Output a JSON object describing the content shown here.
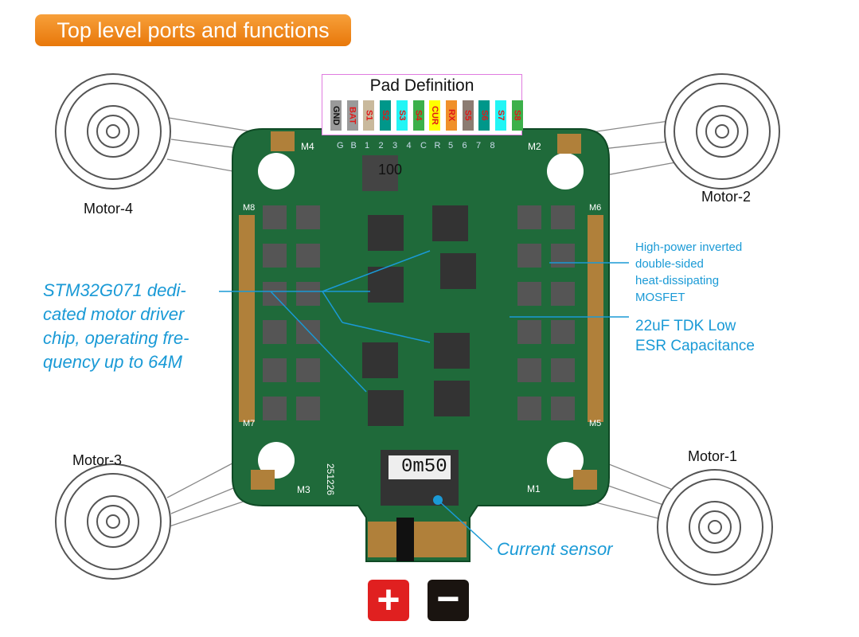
{
  "title": "Top level ports and functions",
  "pad_definition": {
    "title": "Pad Definition",
    "pads": [
      {
        "label": "GND",
        "bg": "#9a9a9a",
        "fg": "#111111"
      },
      {
        "label": "BAT",
        "bg": "#9a9a9a",
        "fg": "#e01818"
      },
      {
        "label": "S1",
        "bg": "#c9b99c",
        "fg": "#e01818"
      },
      {
        "label": "S2",
        "bg": "#00978a",
        "fg": "#e01818"
      },
      {
        "label": "S3",
        "bg": "#22f5f5",
        "fg": "#e01818"
      },
      {
        "label": "S4",
        "bg": "#3cb04a",
        "fg": "#e01818"
      },
      {
        "label": "CUR",
        "bg": "#ffff00",
        "fg": "#e01818"
      },
      {
        "label": "RX",
        "bg": "#f0902a",
        "fg": "#e01818"
      },
      {
        "label": "S5",
        "bg": "#8c7c72",
        "fg": "#e01818"
      },
      {
        "label": "S6",
        "bg": "#00978a",
        "fg": "#e01818"
      },
      {
        "label": "S7",
        "bg": "#22f5f5",
        "fg": "#e01818"
      },
      {
        "label": "S8",
        "bg": "#3cb04a",
        "fg": "#e01818"
      }
    ],
    "silk": [
      "G",
      "B",
      "1",
      "2",
      "3",
      "4",
      "C",
      "R",
      "5",
      "6",
      "7",
      "8"
    ]
  },
  "motors": {
    "m1": "Motor-1",
    "m2": "Motor-2",
    "m3": "Motor-3",
    "m4": "Motor-4"
  },
  "board": {
    "m1": "M1",
    "m2": "M2",
    "m3": "M3",
    "m4": "M4",
    "m5": "M5",
    "m6": "M6",
    "m7": "M7",
    "m8": "M8",
    "inductor": "100",
    "shunt": "0m50",
    "code": "251226"
  },
  "annotations": {
    "mcu": [
      "STM32G071 dedi-",
      "cated motor driver",
      "chip, operating fre-",
      "quency up to 64M"
    ],
    "mosfet": [
      "High-power inverted",
      "double-sided",
      "heat-dissipating",
      "MOSFET"
    ],
    "capacitor": [
      "22uF  TDK Low",
      "ESR Capacitance"
    ],
    "current": "Current sensor"
  },
  "power": {
    "plus": "+",
    "minus": "−"
  }
}
